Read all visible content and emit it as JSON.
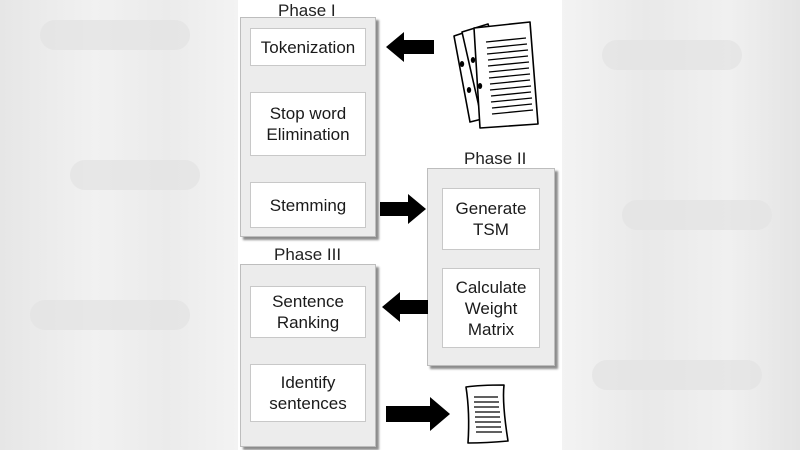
{
  "phases": [
    {
      "title": "Phase I",
      "steps": [
        "Tokenization",
        "Stop word\nElimination",
        "Stemming"
      ]
    },
    {
      "title": "Phase II",
      "steps": [
        "Generate\nTSM",
        "Calculate\nWeight\nMatrix"
      ]
    },
    {
      "title": "Phase III",
      "steps": [
        "Sentence\nRanking",
        "Identify\nsentences"
      ]
    }
  ],
  "icons": {
    "input_documents": "document-stack-icon",
    "output_document": "summary-document-icon",
    "arrows": "right-pointing and left-pointing block arrows"
  },
  "colors": {
    "phase_fill": "#ececec",
    "step_fill": "#ffffff",
    "arrow": "#000000"
  }
}
